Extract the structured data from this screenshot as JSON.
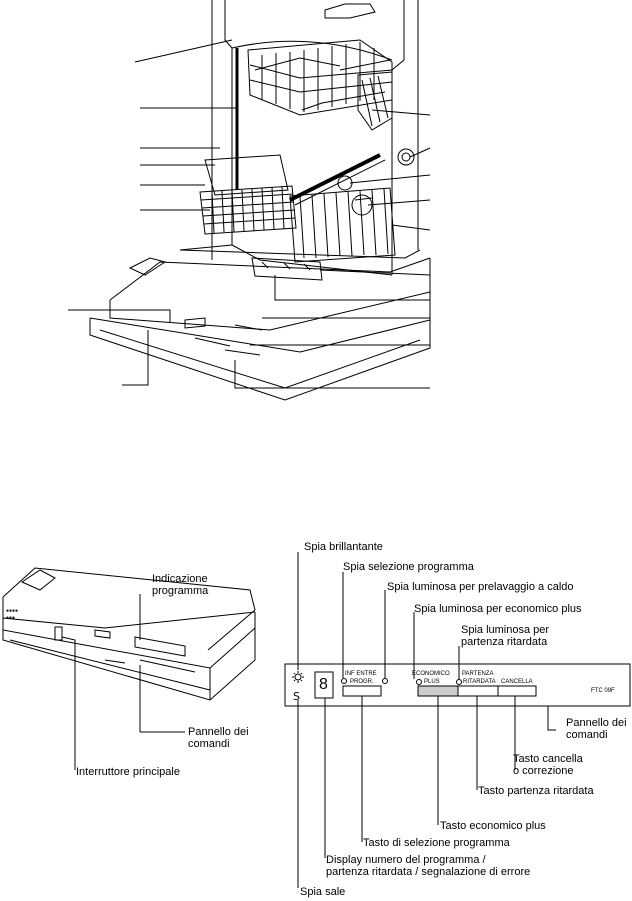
{
  "overview_callouts": [],
  "panel_detail": {
    "indicator_label": [
      "Indicazione",
      "programma"
    ],
    "control_panel_label": [
      "Pannello dei",
      "comandi"
    ],
    "main_switch_label": "Interruttore principale"
  },
  "panel_labels": {
    "spia_brillantante": "Spia brillantante",
    "spia_selezione": "Spia selezione programma",
    "spia_prelavaggio": "Spia luminosa per prelavaggio a caldo",
    "spia_economico": "Spia luminosa per economico plus",
    "spia_partenza": [
      "Spia luminosa per",
      "partenza ritardata"
    ],
    "pannello": [
      "Pannello dei",
      "comandi"
    ],
    "tasto_cancella": [
      "Tasto cancella",
      "o correzione"
    ],
    "tasto_partenza": "Tasto partenza ritardata",
    "tasto_economico": "Tasto economico plus",
    "tasto_selezione": "Tasto di selezione programma",
    "display": [
      "Display numero del programma /",
      "partenza ritardata / segnalazione di errore"
    ],
    "spia_sale": "Spia sale"
  },
  "panel_face": {
    "group1": [
      "INF ENTRE",
      "PROGR."
    ],
    "group2": [
      "ECONOMICO",
      "PLUS"
    ],
    "group3": [
      "PARTENZA",
      "RITARDATA"
    ],
    "cancel": "CANCELLA",
    "model": "FTC 09F",
    "digit": "8"
  }
}
